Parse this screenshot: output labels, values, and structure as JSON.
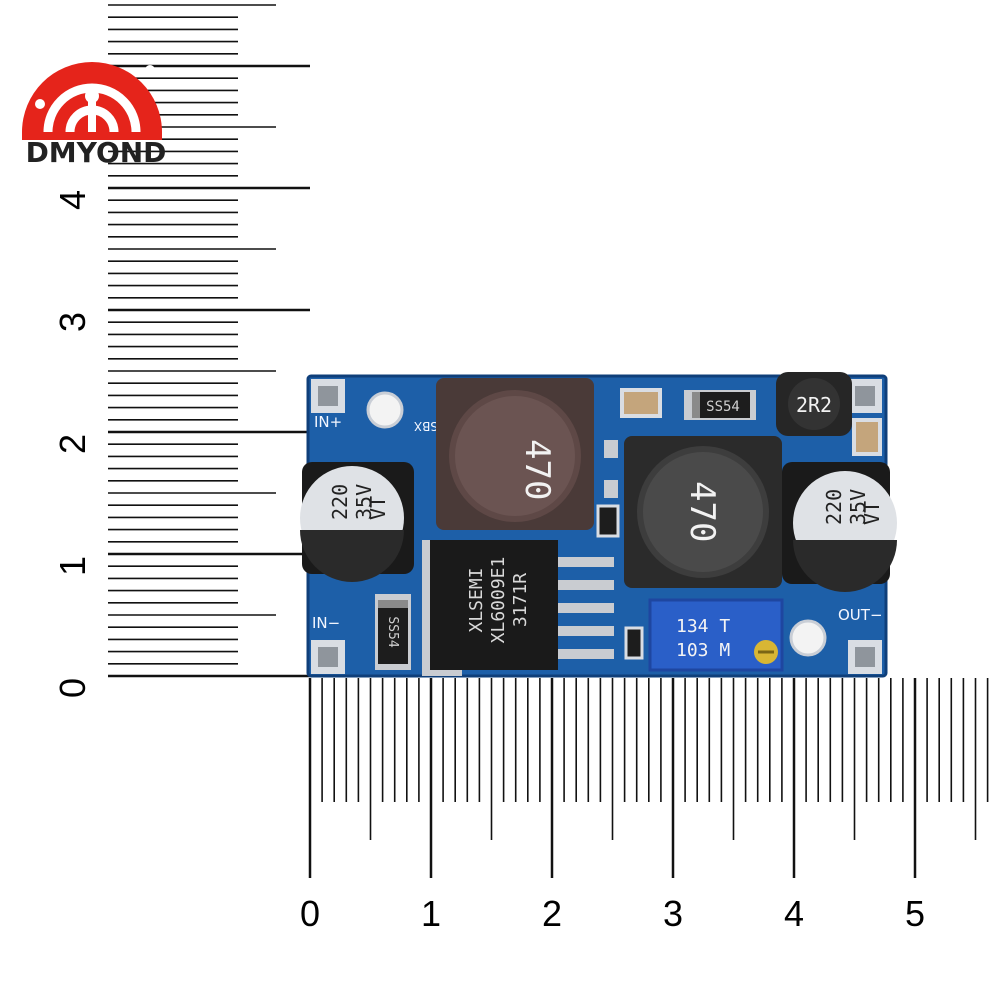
{
  "logo": {
    "brand": "DMYOND"
  },
  "ruler_vertical": {
    "labels": [
      "0",
      "1",
      "2",
      "3",
      "4"
    ]
  },
  "ruler_horizontal": {
    "labels": [
      "0",
      "1",
      "2",
      "3",
      "4",
      "5"
    ]
  },
  "board": {
    "silkscreen": {
      "in_plus": "IN+",
      "in_minus": "IN−",
      "out_minus": "OUT−",
      "sbx": "SBX"
    },
    "cap_left": [
      "220",
      "35V",
      "VT"
    ],
    "cap_right": [
      "220",
      "35V",
      "VT"
    ],
    "inductor_left": "470",
    "inductor_right": "470",
    "inductor_small": "2R2",
    "diode_top": "SS54",
    "diode_left": "SS54",
    "ic": [
      "XLSEMI",
      "XL6009E1",
      "3171R"
    ],
    "potentiometer": [
      "134 T",
      "103 M"
    ]
  },
  "colors": {
    "pcb": "#1d5fa8",
    "logo_red": "#e5241b",
    "inductor_body": "#2b2b2b"
  }
}
